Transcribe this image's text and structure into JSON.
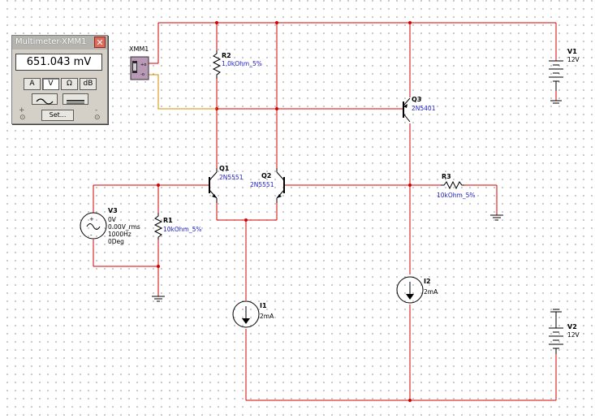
{
  "multimeter": {
    "title": "Multimeter-XMM1",
    "close_glyph": "✕",
    "reading": "651.043 mV",
    "buttons": [
      "A",
      "V",
      "Ω",
      "dB"
    ],
    "active_button": "V",
    "set_label": "Set...",
    "terminal_plus": "+",
    "terminal_minus": "-"
  },
  "instrument": {
    "ref": "XMM1",
    "pin_plus": "+o",
    "pin_minus": "-o"
  },
  "components": {
    "R1": {
      "ref": "R1",
      "value": "10kOhm_5%"
    },
    "R2": {
      "ref": "R2",
      "value": "1.0kOhm_5%"
    },
    "R3": {
      "ref": "R3",
      "value": "10kOhm_5%"
    },
    "Q1": {
      "ref": "Q1",
      "model": "2N5551"
    },
    "Q2": {
      "ref": "Q2",
      "model": "2N5551"
    },
    "Q3": {
      "ref": "Q3",
      "model": "2N5401"
    },
    "V1": {
      "ref": "V1",
      "value": "12V"
    },
    "V2": {
      "ref": "V2",
      "value": "12V"
    },
    "V3": {
      "ref": "V3",
      "params": [
        "0V",
        "0.00V_rms",
        "1000Hz",
        "0Deg"
      ]
    },
    "I1": {
      "ref": "I1",
      "value": "2mA"
    },
    "I2": {
      "ref": "I2",
      "value": "2mA"
    }
  },
  "colors": {
    "wire": "#d40000",
    "probe_wire": "#d98c00",
    "component_label": "#000000",
    "component_value": "#1c1cd0"
  },
  "icons": {
    "ac_source": "ac-sine-source-icon",
    "ground": "ground-icon",
    "dc_battery": "battery-icon",
    "current_source": "current-source-arrow-icon"
  }
}
